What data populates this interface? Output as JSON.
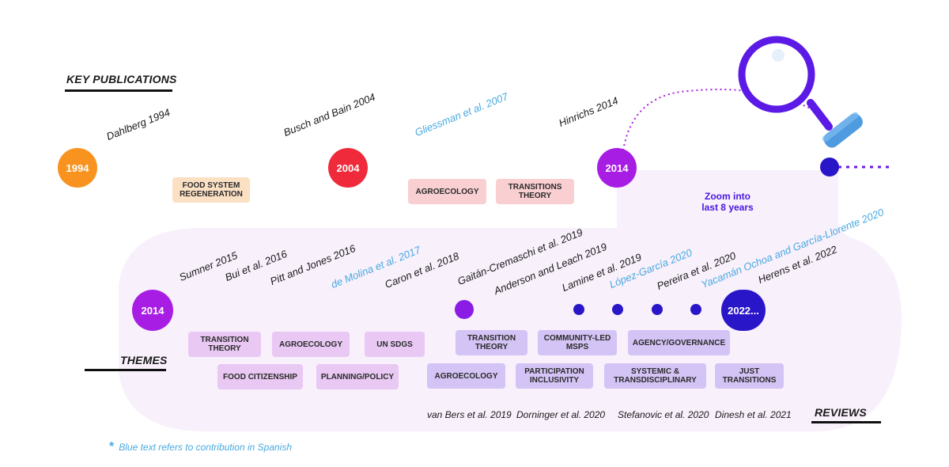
{
  "sections": {
    "key_publications": "KEY PUBLICATIONS",
    "themes": "THEMES",
    "reviews": "REVIEWS"
  },
  "top_timeline": {
    "nodes": [
      "1994",
      "2004",
      "2014"
    ],
    "publications": [
      {
        "text": "Dahlberg 1994",
        "spanish": false
      },
      {
        "text": "Busch and Bain 2004",
        "spanish": false
      },
      {
        "text": "Gliessman et al. 2007",
        "spanish": true
      },
      {
        "text": "Hinrichs 2014",
        "spanish": false
      }
    ],
    "themes": [
      {
        "line1": "FOOD SYSTEM",
        "line2": "REGENERATION"
      },
      {
        "line1": "AGROECOLOGY",
        "line2": ""
      },
      {
        "line1": "TRANSITIONS",
        "line2": "THEORY"
      }
    ],
    "zoom_label": {
      "line1": "Zoom into",
      "line2": "last 8 years"
    }
  },
  "bottom_timeline": {
    "nodes": [
      "2014",
      "2022..."
    ],
    "publications": [
      {
        "text": "Sumner 2015",
        "spanish": false
      },
      {
        "text": "Bui et al. 2016",
        "spanish": false
      },
      {
        "text": "Pitt and Jones 2016",
        "spanish": false
      },
      {
        "text": "de Molina et al. 2017",
        "spanish": true
      },
      {
        "text": "Caron et al. 2018",
        "spanish": false
      },
      {
        "text": "Gaitán-Cremaschi et al. 2019",
        "spanish": false
      },
      {
        "text": "Anderson and Leach 2019",
        "spanish": false
      },
      {
        "text": "Lamine et al. 2019",
        "spanish": false
      },
      {
        "text": "López-García 2020",
        "spanish": true
      },
      {
        "text": "Pereira et al. 2020",
        "spanish": false
      },
      {
        "text": "Yacamán Ochoa and García-Llorente 2020",
        "spanish": true
      },
      {
        "text": "Herens et al. 2022",
        "spanish": false
      }
    ],
    "themes": [
      {
        "line1": "TRANSITION",
        "line2": "THEORY"
      },
      {
        "line1": "AGROECOLOGY",
        "line2": ""
      },
      {
        "line1": "UN SDGS",
        "line2": ""
      },
      {
        "line1": "FOOD CITIZENSHIP",
        "line2": ""
      },
      {
        "line1": "PLANNING/POLICY",
        "line2": ""
      },
      {
        "line1": "TRANSITION",
        "line2": "THEORY"
      },
      {
        "line1": "COMMUNITY-LED",
        "line2": "MSPS"
      },
      {
        "line1": "AGENCY/GOVERNANCE",
        "line2": ""
      },
      {
        "line1": "AGROECOLOGY",
        "line2": ""
      },
      {
        "line1": "PARTICIPATION",
        "line2": "INCLUSIVITY"
      },
      {
        "line1": "SYSTEMIC &",
        "line2": "TRANSDISCIPLINARY"
      },
      {
        "line1": "JUST",
        "line2": "TRANSITIONS"
      }
    ],
    "reviews": [
      "van Bers et al. 2019",
      "Dorninger et al. 2020",
      "Stefanovic et al. 2020",
      "Dinesh et al. 2021"
    ]
  },
  "footnote": {
    "symbol": "*",
    "text": "Blue text refers to contribution in Spanish"
  },
  "colors": {
    "orange": "#f7931e",
    "red": "#ee2a3b",
    "purple": "#a81de4",
    "violet": "#5b1ae6",
    "navy": "#2a16c9",
    "spanish_blue": "#49a9e0",
    "panel": "#f8f0fb"
  },
  "icons": [
    "magnifier-icon",
    "asterisk-icon"
  ]
}
